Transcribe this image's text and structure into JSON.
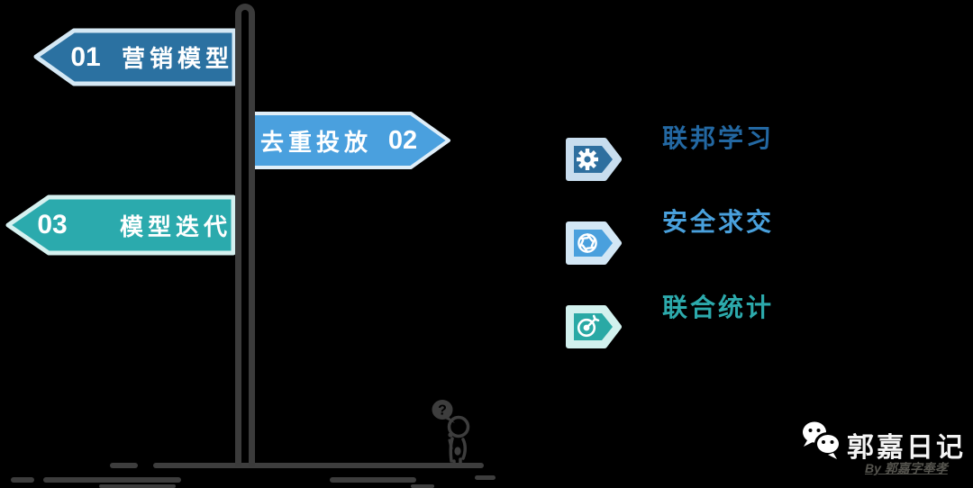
{
  "signpost": {
    "signs": [
      {
        "number": "01",
        "label": "营销模型",
        "direction": "left",
        "fill": "#2b71a1",
        "border": "#d5e8f4"
      },
      {
        "number": "02",
        "label": "去重投放",
        "direction": "right",
        "fill": "#4aa0de",
        "border": "#dfeef8"
      },
      {
        "number": "03",
        "label": "模型迭代",
        "direction": "left",
        "fill": "#2baaad",
        "border": "#d6f1f0"
      }
    ],
    "pole_color": "#3b3b3b"
  },
  "features": [
    {
      "label": "联邦学习",
      "icon": "gear-icon",
      "label_color": "#2368a2",
      "tag_fill": "#2e6f9f",
      "tag_outer": "#c8ddee"
    },
    {
      "label": "安全求交",
      "icon": "aperture-icon",
      "label_color": "#49a0dc",
      "tag_fill": "#4aa0dd",
      "tag_outer": "#d3e7f5"
    },
    {
      "label": "联合统计",
      "icon": "target-icon",
      "label_color": "#2caaac",
      "tag_fill": "#2aa9a5",
      "tag_outer": "#d2f1ee"
    }
  ],
  "thinker": {
    "thought": "?"
  },
  "ground_color": "#3d3d3d",
  "watermark": {
    "title": "郭嘉日记",
    "byline": "By 郭嘉字奉孝"
  }
}
